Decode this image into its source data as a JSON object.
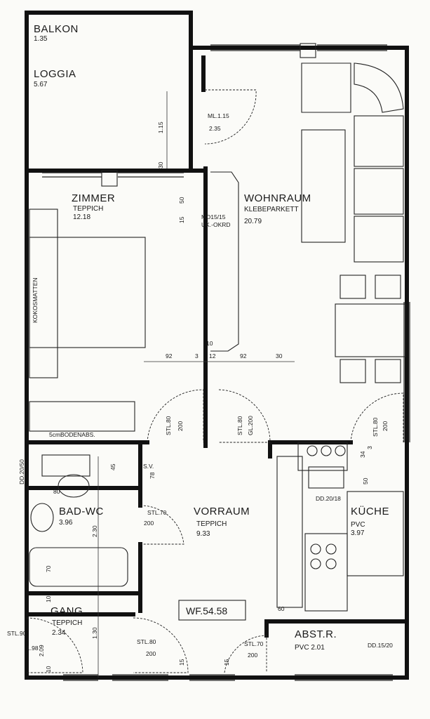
{
  "plan": {
    "area_box": "WF.54.58",
    "rooms": [
      {
        "id": "balkon",
        "name": "BALKON",
        "area": "1.35"
      },
      {
        "id": "loggia",
        "name": "LOGGIA",
        "area": "5.67"
      },
      {
        "id": "zimmer",
        "name": "ZIMMER",
        "floor": "TEPPICH",
        "area": "12.18"
      },
      {
        "id": "wohnraum",
        "name": "WOHNRAUM",
        "floor": "KLEBEPARKETT",
        "area": "20.79"
      },
      {
        "id": "bad",
        "name": "BAD-WC",
        "area": "3.96"
      },
      {
        "id": "vorraum",
        "name": "VORRAUM",
        "floor": "TEPPICH",
        "area": "9.33"
      },
      {
        "id": "kueche",
        "name": "KÜCHE",
        "floor": "PVC",
        "area": "3.97"
      },
      {
        "id": "gang",
        "name": "GANG",
        "floor": "TEPPICH",
        "area": "2.34"
      },
      {
        "id": "abstr",
        "name": "ABST.R.",
        "floor_area": "PVC  2.01"
      }
    ],
    "annotations": {
      "kokosmatten": "KOKOSMATTEN",
      "bodenabs": "5cmBODENABS.",
      "ml": "ML.1.15",
      "ml_h": "2.35",
      "md": "MD15/15",
      "ukokrd": "UK.-OKRD",
      "dd_bad": "DD.20/50",
      "dd_kueche": "DD.20/18",
      "dd_abst": "DD.15/20",
      "sv": "S.V."
    },
    "doors": {
      "stl80_a": "STL.80",
      "stl80_a_h": "200",
      "stl80_b": "STL.80",
      "stl80_b_h": "200",
      "gl80": "STL.80",
      "gl80_h": "GL.200",
      "stl70_bad": "STL.70",
      "stl70_bad_h": "200",
      "stl80_gang": "STL.80",
      "stl80_gang_h": "200",
      "stl70_abst": "STL.70",
      "stl70_abst_h": "200",
      "stl90": "STL.90"
    },
    "dimensions": {
      "d92a": "92",
      "d3": "3",
      "d12": "12",
      "d92b": "92",
      "d30": "30",
      "d10": "10",
      "d115": "1.15",
      "d30b": "30",
      "d50": "50",
      "d15": "15",
      "d45": "45",
      "d78": "78",
      "d80": "80",
      "d230": "2.30",
      "d70": "70",
      "d130": "1.30",
      "d10b": "10",
      "d60": "60",
      "d34": "34",
      "d3b": "3",
      "d50b": "50",
      "d198": "1.98",
      "d209": "2.09",
      "d15b": "15",
      "d15c": "15",
      "d10c": "10"
    }
  }
}
